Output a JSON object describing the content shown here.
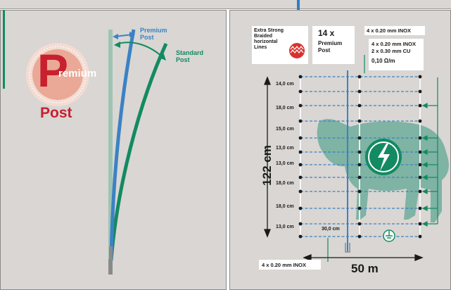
{
  "left": {
    "badge_letter": "P",
    "badge_text": "remium",
    "title": "Post",
    "premium_label": "Premium\nPost",
    "standard_label": "Standard\nPost"
  },
  "right": {
    "braided_label": "Extra Strong\nBraided\nhorizontal\nLines",
    "count_title": "14 x",
    "count_sub": "Premium\nPost",
    "top_spec": "4 x 0.20 mm INOX",
    "wire_spec": "4 x 0.20 mm INOX\n2 x 0.30 mm CU",
    "resistance": "0,10 Ω/m",
    "spacings": [
      "14,0 cm",
      "18,0 cm",
      "15,0 cm",
      "13,0 cm",
      "13,0 cm",
      "18,0 cm",
      "18,0 cm",
      "13,0 cm"
    ],
    "height_label": "122 cm",
    "bottom_spacing": "30,0 cm",
    "bottom_spec": "4 x 0.20 mm INOX",
    "width_label": "50 m"
  },
  "colors": {
    "background": "#d9d6d3",
    "blue": "#3b82c4",
    "green": "#138a62",
    "red": "#c8202f",
    "sheep": "#7fb3a4"
  }
}
